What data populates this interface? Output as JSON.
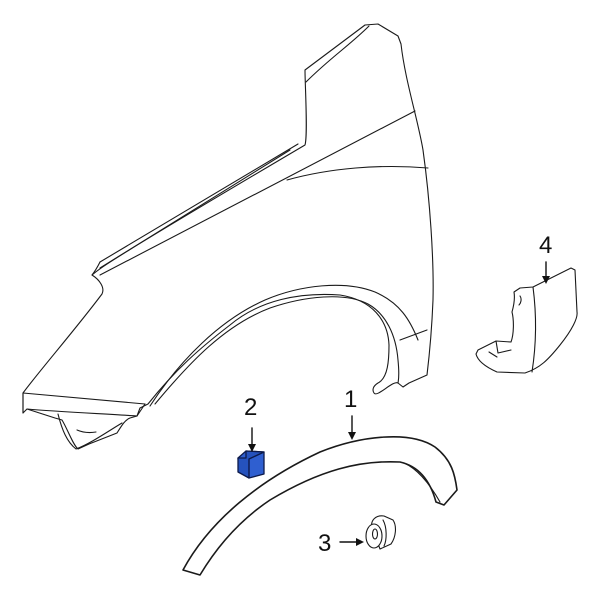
{
  "diagram": {
    "type": "exploded parts diagram",
    "subject": "front fender with wheel arch molding",
    "highlight_color": "#2f5fd0",
    "line_color": "#1a1a1a",
    "background": "#ffffff"
  },
  "callouts": [
    {
      "number": "1",
      "part": "wheel-opening-molding",
      "label": "1"
    },
    {
      "number": "2",
      "part": "clip-highlighted",
      "label": "2",
      "highlighted": true
    },
    {
      "number": "3",
      "part": "nut",
      "label": "3"
    },
    {
      "number": "4",
      "part": "mud-guard",
      "label": "4"
    }
  ]
}
